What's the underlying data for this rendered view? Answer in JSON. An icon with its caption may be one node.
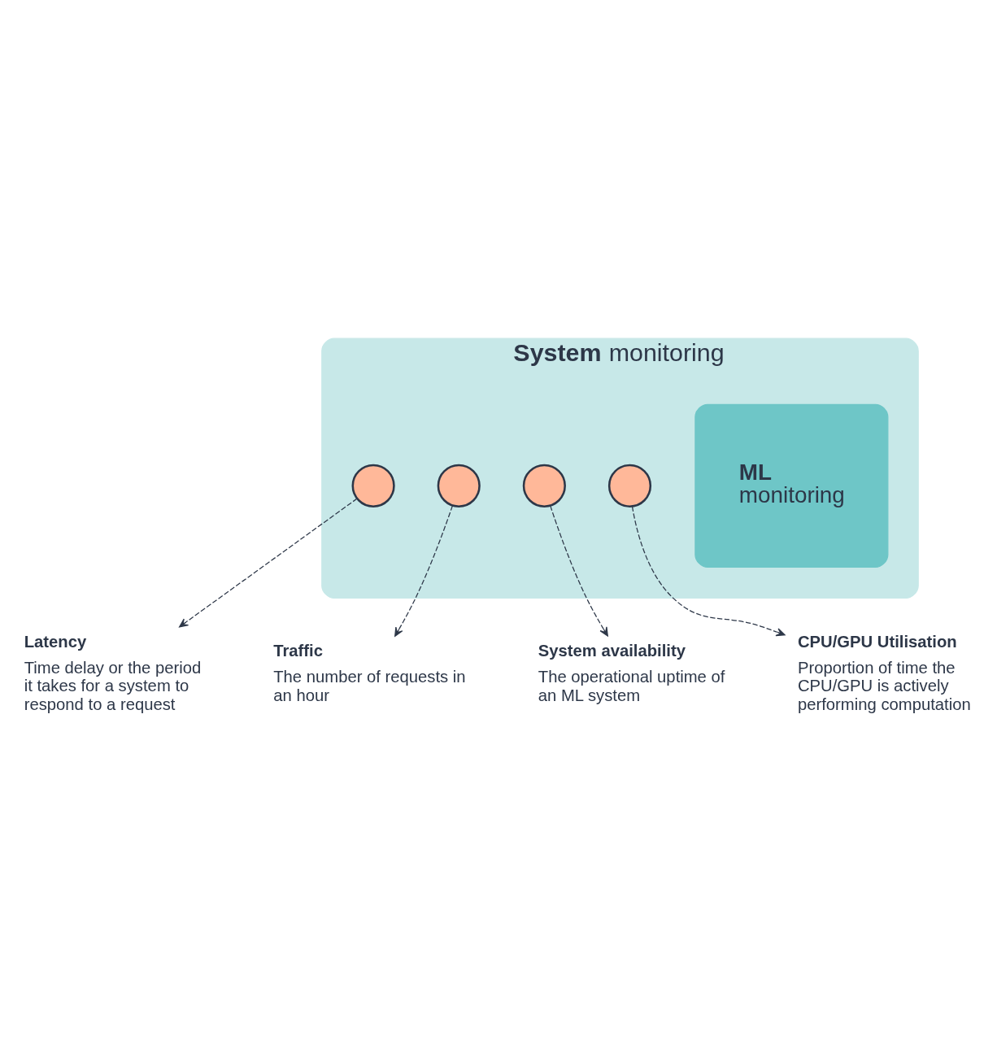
{
  "diagram": {
    "nodes": [
      {
        "text": [
          "**System** monitoring"
        ]
      },
      {
        "text": [
          "**ML** monitoring"
        ],
        "in": 0
      },
      {
        "text": [],
        "shape": "circle",
        "in": 0
      },
      {
        "text": [],
        "shape": "circle",
        "in": 0
      },
      {
        "text": [],
        "shape": "circle",
        "in": 0
      },
      {
        "text": [],
        "shape": "circle",
        "in": 0
      },
      {
        "text": [
          "Latency",
          "Time delay or the period it takes for a system to respond to a request"
        ]
      },
      {
        "text": [
          "Traffic",
          "The number of requests in an hour"
        ]
      },
      {
        "text": [
          "System availability",
          "The operational uptime of an ML system"
        ]
      },
      {
        "text": [
          "CPU/GPU Utilisation",
          "Proportion of time the CPU/GPU is actively performing computation"
        ]
      }
    ],
    "edges": [
      {
        "from": 2,
        "to": 6,
        "arrow": "to",
        "style": "dashed"
      },
      {
        "from": 3,
        "to": 7,
        "arrow": "to",
        "style": "dashed"
      },
      {
        "from": 4,
        "to": 8,
        "arrow": "to",
        "style": "dashed"
      },
      {
        "from": 5,
        "to": 9,
        "arrow": "to",
        "style": "dashed"
      }
    ]
  }
}
